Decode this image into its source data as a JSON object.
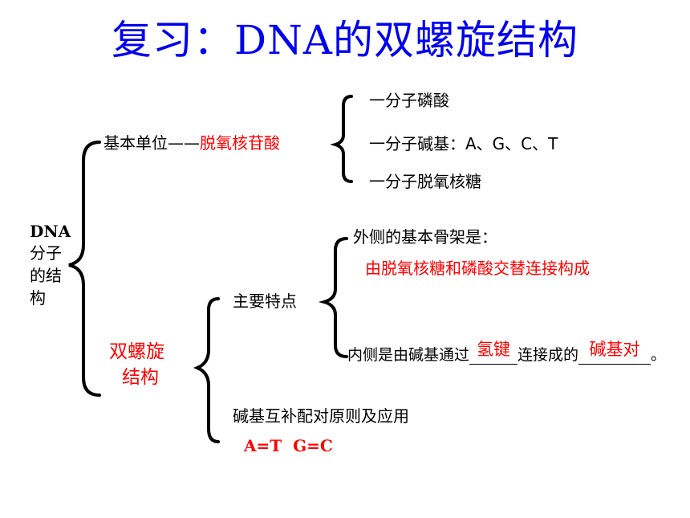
{
  "title": "复习：DNA的双螺旋结构",
  "root": {
    "line1": "DNA",
    "line2": "分子",
    "line3": "的结",
    "line4": "构"
  },
  "unit": {
    "label": "基本单位——",
    "name": "脱氧核苷酸",
    "parts": [
      "一分子磷酸",
      "一分子碱基：A、G、C、T",
      "一分子脱氧核糖"
    ]
  },
  "helix": {
    "line1": "双螺旋",
    "line2": "结构",
    "features_label": "主要特点",
    "outer_q": "外侧的基本骨架是：",
    "outer_a": "由脱氧核糖和磷酸交替连接构成",
    "inner_prefix": "内侧是由碱基通过",
    "inner_blank1": "氢键",
    "inner_mid": "连接成的",
    "inner_blank2": "碱基对",
    "inner_suffix": "。",
    "pairing_label": "碱基互补配对原则及应用",
    "pairing_rule": "A=T  G=C"
  },
  "colors": {
    "title": "#0000ee",
    "answer": "#ff0000",
    "text": "#000000"
  }
}
